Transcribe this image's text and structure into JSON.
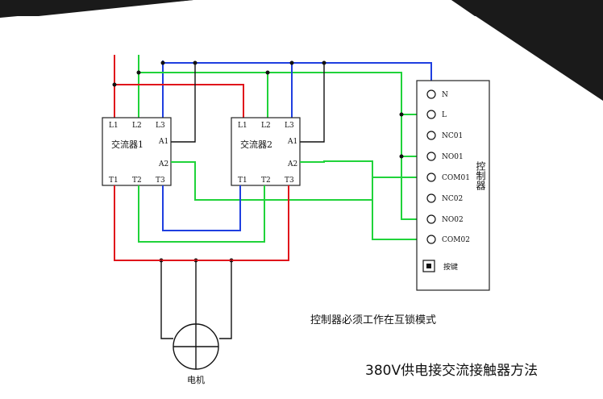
{
  "contactor1": {
    "title": "交流器1",
    "top_terms": [
      "L1",
      "L2",
      "L3"
    ],
    "bottom_terms": [
      "T1",
      "T2",
      "T3"
    ],
    "coil_terms": [
      "A1",
      "A2"
    ]
  },
  "contactor2": {
    "title": "交流器2",
    "top_terms": [
      "L1",
      "L2",
      "L3"
    ],
    "bottom_terms": [
      "T1",
      "T2",
      "T3"
    ],
    "coil_terms": [
      "A1",
      "A2"
    ]
  },
  "controller": {
    "title": "控制器",
    "terminals": [
      "N",
      "L",
      "NC01",
      "NO01",
      "COM01",
      "NC02",
      "NO02",
      "COM02"
    ],
    "button_label": "按键"
  },
  "motor_label": "电机",
  "note": "控制器必须工作在互锁模式",
  "caption": "380V供电接交流接触器方法",
  "colors": {
    "phase1": "#e0141b",
    "phase2": "#20d33a",
    "phase3": "#1f3fe0",
    "wire": "#111111"
  }
}
